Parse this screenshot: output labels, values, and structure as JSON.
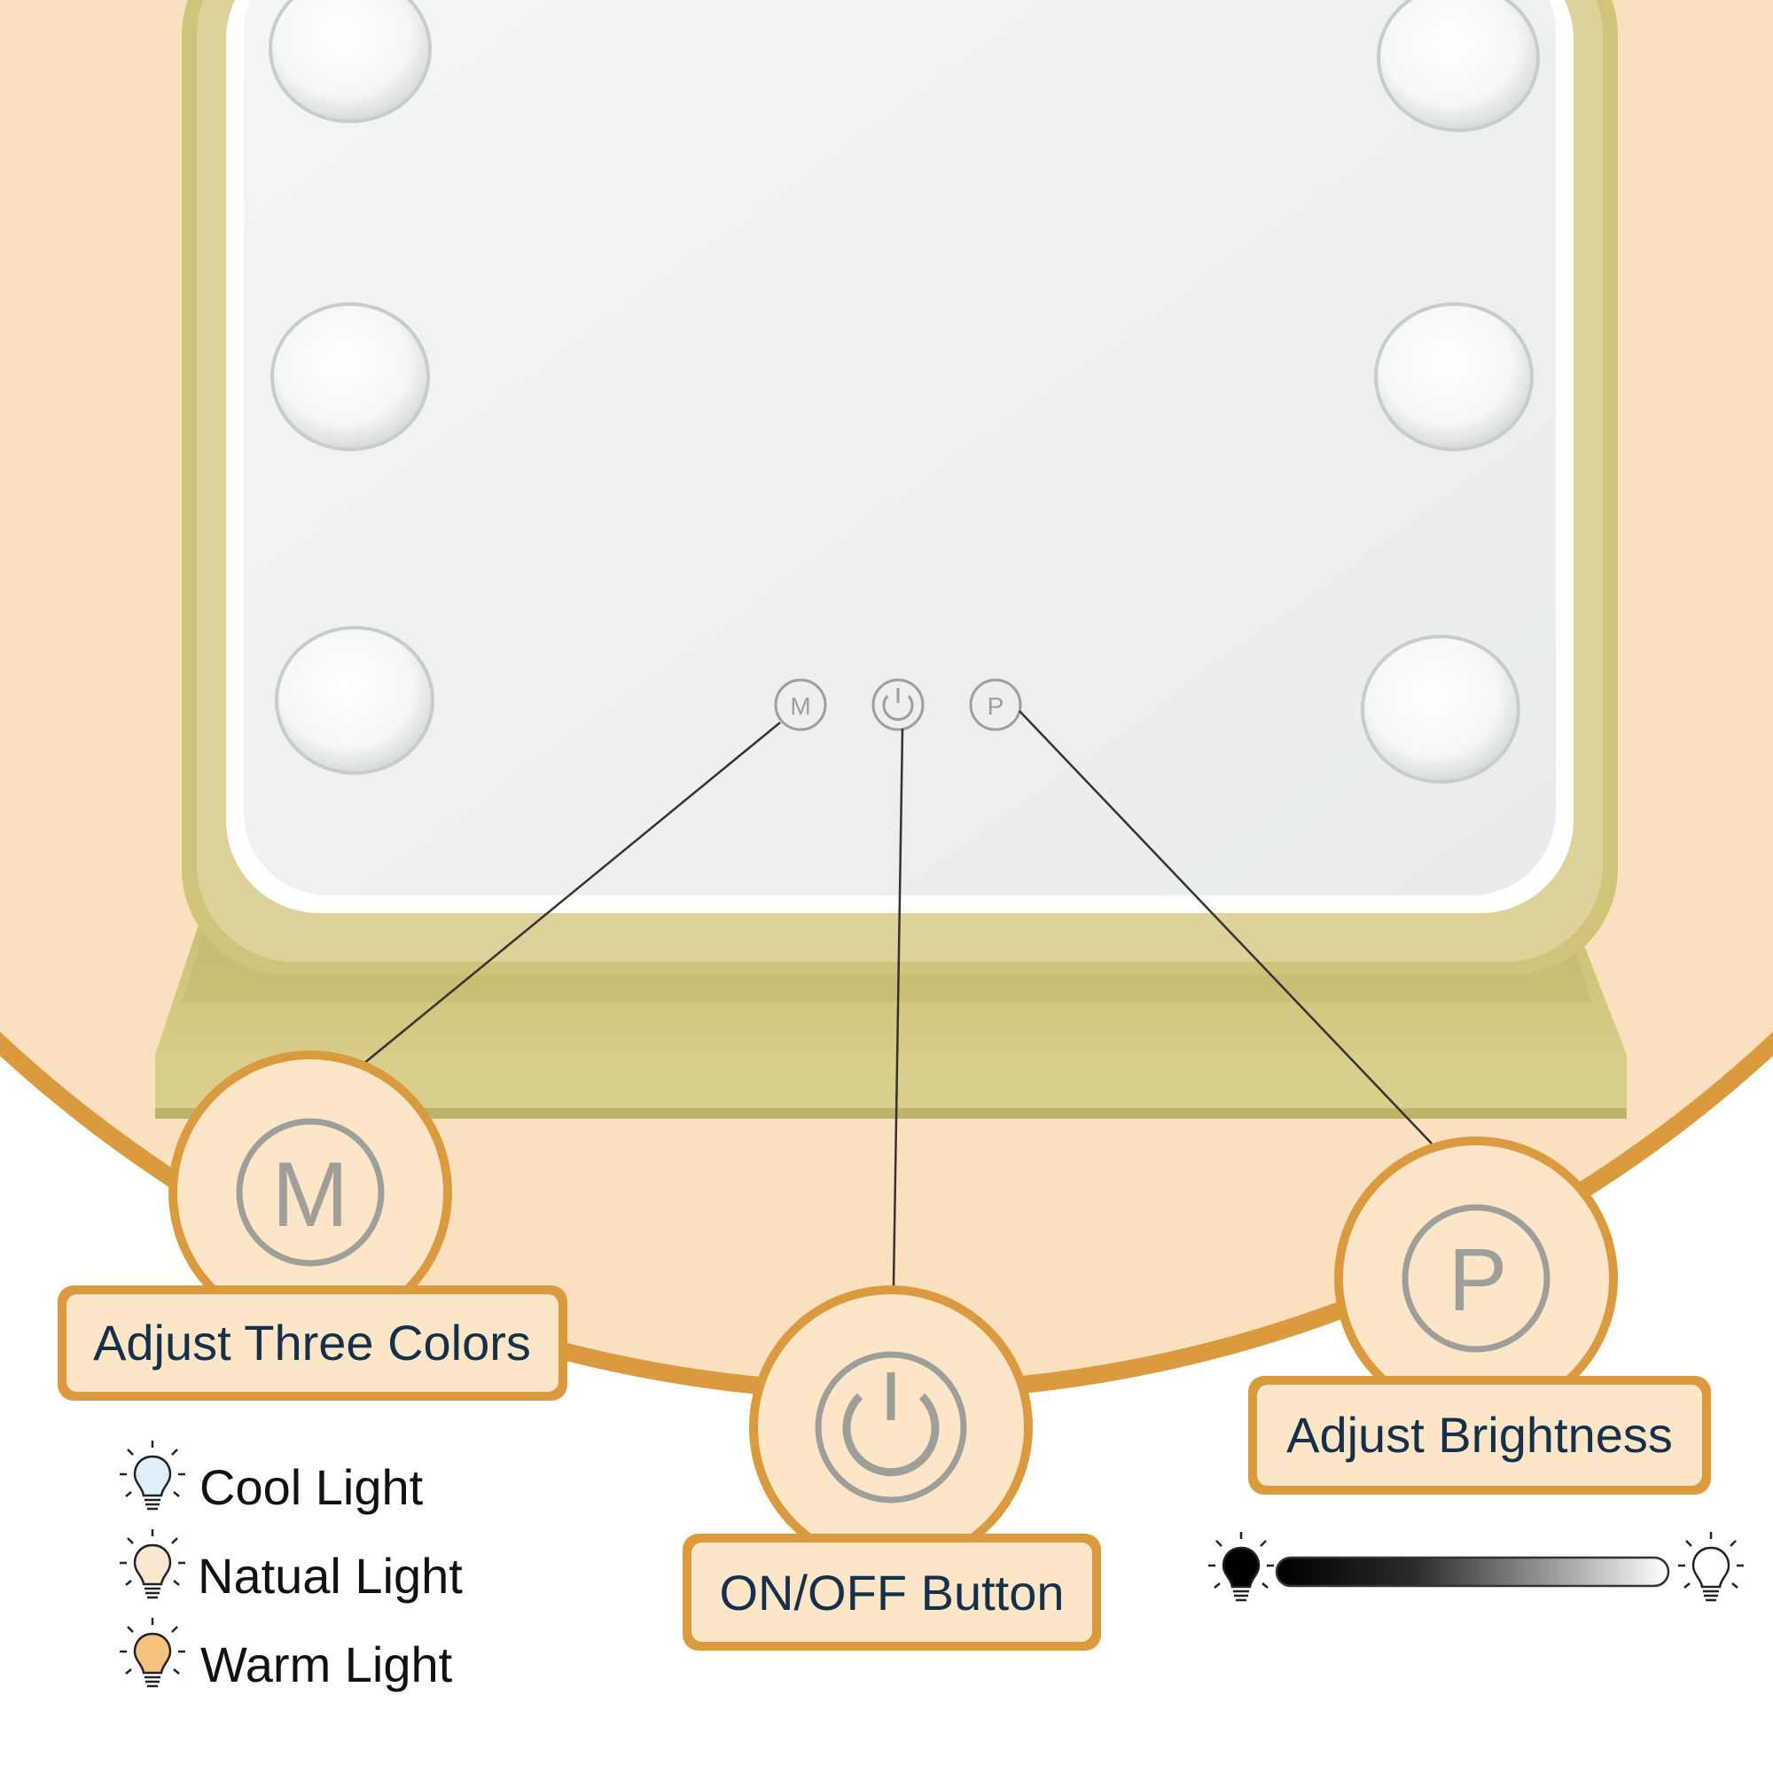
{
  "product": "LED vanity mirror with touch controls",
  "colors": {
    "background_peach": "#fbe0bf",
    "accent_orange": "#dc9a3e",
    "label_fill": "#fde6c8",
    "frame_gold": "#cfc47a",
    "frame_gold_dark": "#a99f58",
    "label_text": "#14304a",
    "button_gray": "#9e9e9a"
  },
  "buttons": [
    {
      "key": "M",
      "function_label": "Adjust Three Colors",
      "icon": "letter-m-icon"
    },
    {
      "key": "ON/OFF",
      "function_label": "ON/OFF Button",
      "icon": "power-icon"
    },
    {
      "key": "P",
      "function_label": "Adjust Brightness",
      "icon": "letter-p-icon"
    }
  ],
  "color_modes": [
    {
      "label": "Cool Light",
      "bulb_color": "#dff0fa",
      "icon": "lightbulb-icon"
    },
    {
      "label": "Natual Light",
      "bulb_color": "#fbe6cf",
      "icon": "lightbulb-icon"
    },
    {
      "label": "Warm Light",
      "bulb_color": "#f5c27f",
      "icon": "lightbulb-icon"
    }
  ],
  "brightness_scale": {
    "min_icon": "lightbulb-dark-icon",
    "max_icon": "lightbulb-outline-icon",
    "gradient_from": "#000000",
    "gradient_to": "#ffffff"
  }
}
